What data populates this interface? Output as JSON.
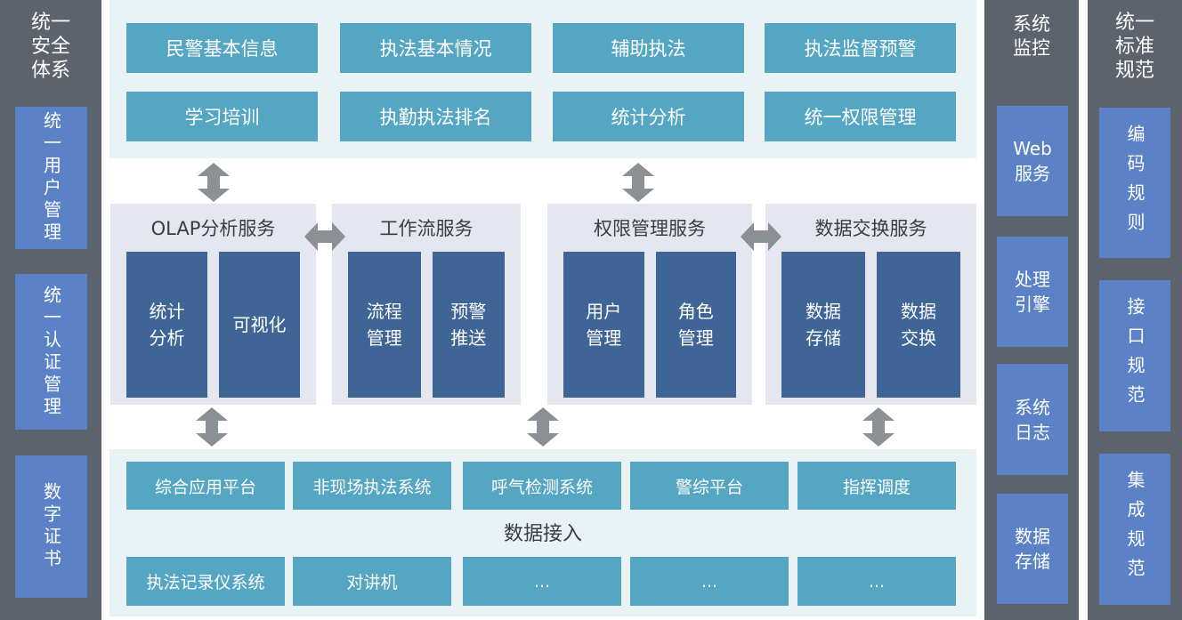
{
  "colors": {
    "side_column_bg": "#5d636d",
    "side_item_blue": "#5b82c6",
    "teal_panel_bg": "#e9f3f6",
    "teal_box": "#55a6c2",
    "service_panel_bg": "#e4e7ef",
    "service_inner_box": "#3f6596",
    "arrow_gray": "#8b9095",
    "heading_text": "#3a3d42"
  },
  "icons": {
    "double-arrow-vertical": "css-shape",
    "double-arrow-horizontal": "css-shape"
  },
  "left_sidebar": {
    "title": "统一安全体系",
    "title_lines": [
      "统一",
      "安全",
      "体系"
    ],
    "items": [
      {
        "label": "统一用户管理"
      },
      {
        "label": "统一认证管理"
      },
      {
        "label": "数字证书"
      }
    ]
  },
  "top_section": {
    "rows": [
      [
        "民警基本信息",
        "执法基本情况",
        "辅助执法",
        "执法监督预警"
      ],
      [
        "学习培训",
        "执勤执法排名",
        "统计分析",
        "统一权限管理"
      ]
    ]
  },
  "services_section": {
    "panels": [
      {
        "title": "OLAP分析服务",
        "boxes": [
          [
            "统计",
            "分析"
          ],
          [
            "可视化"
          ]
        ]
      },
      {
        "title": "工作流服务",
        "boxes": [
          [
            "流程",
            "管理"
          ],
          [
            "预警",
            "推送"
          ]
        ]
      },
      {
        "title": "权限管理服务",
        "boxes": [
          [
            "用户",
            "管理"
          ],
          [
            "角色",
            "管理"
          ]
        ]
      },
      {
        "title": "数据交换服务",
        "boxes": [
          [
            "数据",
            "存储"
          ],
          [
            "数据",
            "交换"
          ]
        ]
      }
    ]
  },
  "access_section": {
    "title": "数据接入",
    "row1": [
      "综合应用平台",
      "非现场执法系统",
      "呼气检测系统",
      "警综平台",
      "指挥调度"
    ],
    "row2": [
      "执法记录仪系统",
      "对讲机",
      "...",
      "...",
      "..."
    ]
  },
  "monitor_sidebar": {
    "title": "系统监控",
    "title_lines": [
      "系统",
      "监控"
    ],
    "items": [
      {
        "label_lines": [
          "Web",
          "服务"
        ]
      },
      {
        "label_lines": [
          "处理",
          "引擎"
        ]
      },
      {
        "label_lines": [
          "系统",
          "日志"
        ]
      },
      {
        "label_lines": [
          "数据",
          "存储"
        ]
      }
    ]
  },
  "standards_sidebar": {
    "title": "统一标准规范",
    "title_lines": [
      "统一",
      "标准",
      "规范"
    ],
    "items": [
      {
        "label": "编码规则"
      },
      {
        "label": "接口规范"
      },
      {
        "label": "集成规范"
      }
    ]
  }
}
